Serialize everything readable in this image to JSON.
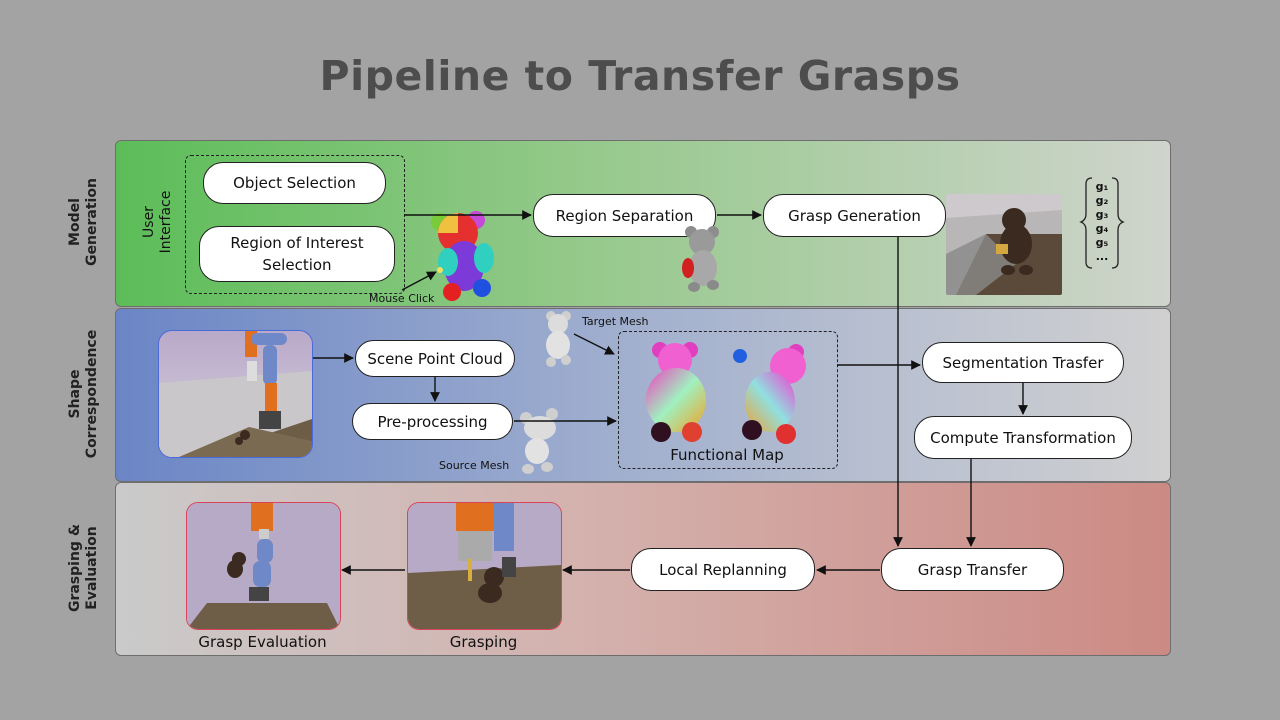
{
  "title": "Pipeline to Transfer Grasps",
  "bands": {
    "model": [
      "Model",
      "Generation"
    ],
    "shape": [
      "Shape",
      "Correspondence"
    ],
    "grasp": [
      "Grasping &",
      "Evaluation"
    ]
  },
  "user_interface": [
    "User",
    "Interface"
  ],
  "nodes": {
    "object_selection": "Object Selection",
    "roi_selection": [
      "Region of Interest",
      "Selection"
    ],
    "region_separation": "Region Separation",
    "grasp_generation": "Grasp Generation",
    "scene_point_cloud": "Scene Point Cloud",
    "preprocessing": "Pre-processing",
    "segmentation_transfer": "Segmentation Trasfer",
    "compute_transformation": "Compute Transformation",
    "grasp_transfer": "Grasp Transfer",
    "local_replanning": "Local Replanning"
  },
  "labels": {
    "mouse_click": "Mouse Click",
    "target_mesh": "Target Mesh",
    "source_mesh": "Source Mesh",
    "functional_map": "Functional Map",
    "grasp_evaluation": "Grasp Evaluation",
    "grasping": "Grasping"
  },
  "grasp_list": [
    "g₁",
    "g₂",
    "g₃",
    "g₄",
    "g₅",
    "..."
  ],
  "colors": {
    "model_band": "#5cbd58",
    "shape_band": "#6b86c6",
    "grasp_band": "#cc8a84",
    "background": "#a3a3a3"
  }
}
